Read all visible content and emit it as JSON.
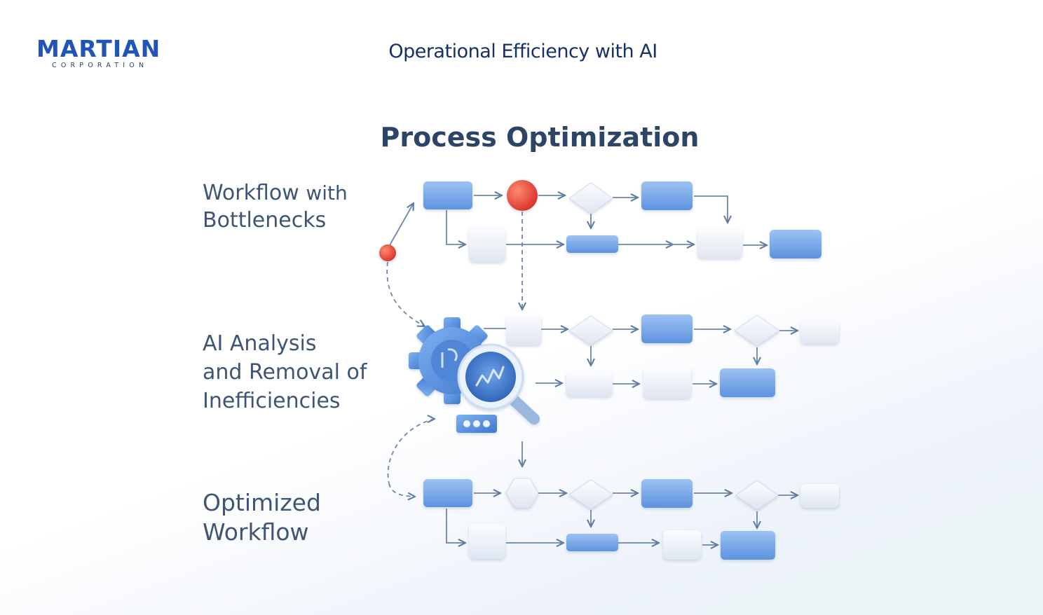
{
  "brand": {
    "name": "MARTIAN",
    "subtitle": "CORPORATION"
  },
  "header": {
    "title": "Operational Efficiency with AI"
  },
  "diagram": {
    "title": "Process Optimization",
    "stages": [
      {
        "line1": "Workflow",
        "line1_suffix": "with",
        "line2": "Bottlenecks"
      },
      {
        "line1": "AI Analysis",
        "line2": "and Removal of",
        "line3": "Inefficiencies"
      },
      {
        "line1": "Optimized",
        "line2": "Workflow"
      }
    ]
  },
  "colors": {
    "accent": "#1f55b8",
    "process_box": "#6fa2e6",
    "neutral_box": "#e7ecf5",
    "bottleneck": "#e2473a",
    "connector": "#6b87aa"
  },
  "icons": {
    "ai_tool": "gear-magnifier-icon",
    "bottleneck": "red-dot-icon"
  }
}
